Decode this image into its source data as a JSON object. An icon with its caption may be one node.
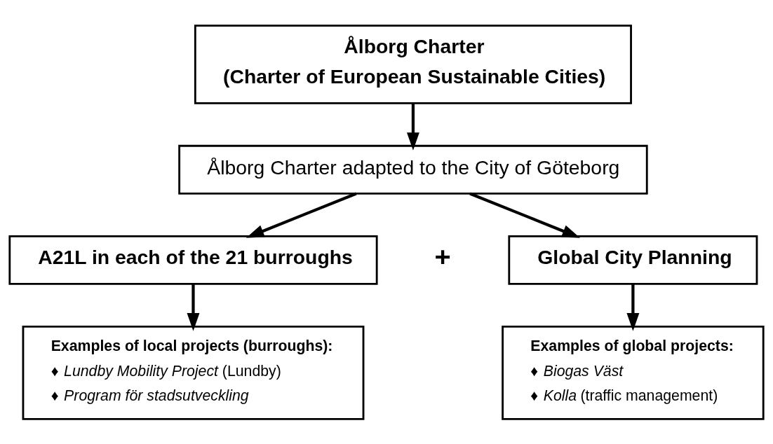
{
  "diagram": {
    "nodes": [
      {
        "text": [
          "Ålborg Charter",
          "(Charter of European Sustainable Cities)"
        ]
      },
      {
        "text": [
          "Ålborg Charter adapted to the City of Göteborg"
        ]
      },
      {
        "text": [
          "A21L in each of the 21 burroughs"
        ]
      },
      {
        "text": [
          "Global City Planning"
        ]
      },
      {
        "text": [
          "Examples of local projects (burroughs):",
          "♦ *Lundby Mobility Project* (Lundby)",
          "♦ *Program för stadsutveckling*"
        ]
      },
      {
        "text": [
          "Examples of global projects:",
          "♦ *Biogas Väst*",
          "♦ *Kolla* (traffic management)"
        ]
      }
    ],
    "edges": [
      {
        "from": 0,
        "to": 1,
        "arrow": "to"
      },
      {
        "from": 1,
        "to": 2,
        "arrow": "to"
      },
      {
        "from": 1,
        "to": 3,
        "arrow": "to"
      },
      {
        "from": 2,
        "to": 4,
        "arrow": "to"
      },
      {
        "from": 3,
        "to": 5,
        "arrow": "to"
      }
    ],
    "labels": [
      "+"
    ]
  }
}
